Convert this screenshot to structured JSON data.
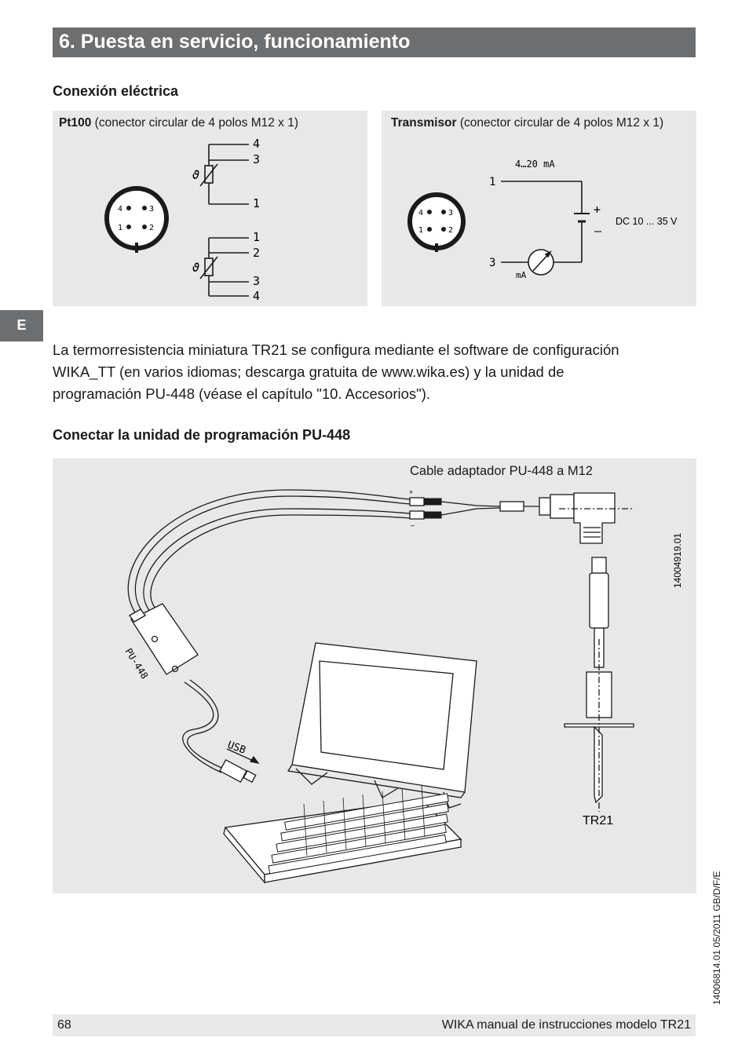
{
  "header": {
    "title": "6. Puesta en servicio, funcionamiento"
  },
  "side_tab": {
    "label": "E"
  },
  "section1": {
    "heading": "Conexión eléctrica",
    "pt100_panel": {
      "title_bold": "Pt100",
      "title_rest": " (conector circular de 4 polos M12 x 1)",
      "connector_pins": [
        "4",
        "3",
        "1",
        "2"
      ],
      "upper_wiring_pins": [
        "4",
        "3",
        "1"
      ],
      "lower_wiring_pins": [
        "1",
        "2",
        "3",
        "4"
      ],
      "resistor_symbol": "ϑ"
    },
    "transmitter_panel": {
      "title_bold": "Transmisor",
      "title_rest": " (conector circular de 4 polos M12 x 1)",
      "connector_pins": [
        "4",
        "3",
        "1",
        "2"
      ],
      "current_range": "4…20 mA",
      "pin_top": "1",
      "pin_bottom": "3",
      "plus": "+",
      "minus": "–",
      "supply": "DC 10 ... 35 V",
      "meter_unit": "mA"
    }
  },
  "paragraph": {
    "lines": [
      "La termorresistencia miniatura TR21 se configura mediante el software de configuración",
      "WIKA_TT (en varios idiomas; descarga gratuita de www.wika.es) y la unidad de",
      "programación PU-448 (véase el capítulo \"10. Accesorios\")."
    ]
  },
  "section2": {
    "heading": "Conectar la unidad de programación PU-448",
    "figure": {
      "cable_label": "Cable adaptador PU-448 a M12",
      "plus": "+",
      "minus": "–",
      "drawing_number": "14004919.01",
      "unit_label": "PU-448",
      "usb_label": "USB",
      "sensor_label": "TR21"
    }
  },
  "doc_code": "14006814.01 05/2011 GB/D/F/E",
  "footer": {
    "page_number": "68",
    "text": "WIKA manual de instrucciones modelo TR21"
  }
}
